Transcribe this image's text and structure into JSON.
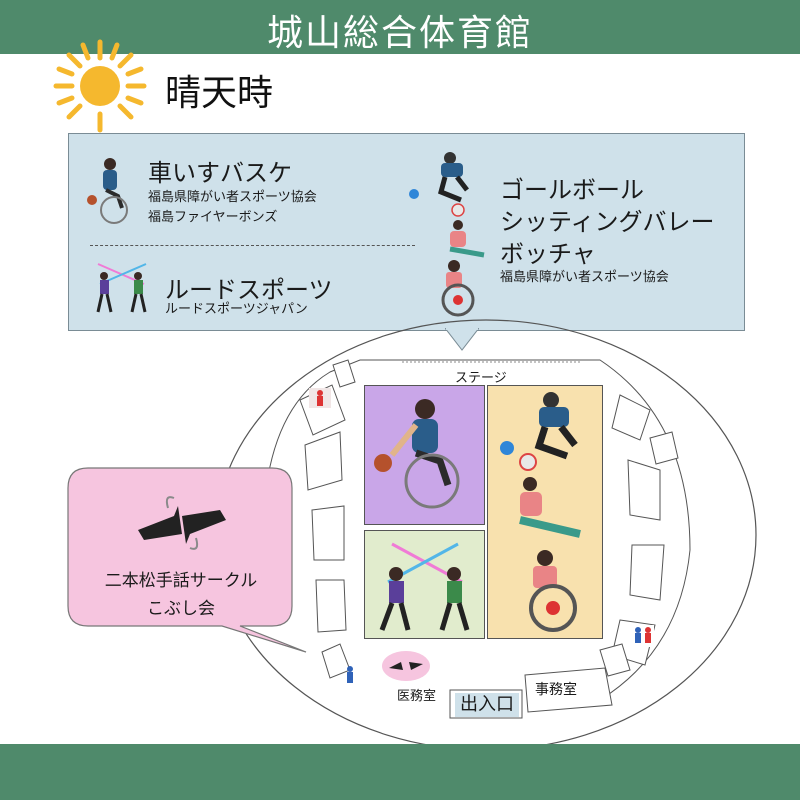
{
  "header": {
    "title": "城山総合体育館",
    "bg_color": "#4f8a6b"
  },
  "weather": {
    "label": "晴天時",
    "icon": "sun-icon",
    "icon_color": "#f5b82e"
  },
  "info_panel": {
    "bg_color": "#cfe1ea",
    "left_groups": [
      {
        "sport": "車いすバスケ",
        "orgs": [
          "福島県障がい者スポーツ協会",
          "福島ファイヤーボンズ"
        ],
        "icon": "wheelchair-basketball-icon"
      },
      {
        "sport": "ルードスポーツ",
        "orgs": [
          "ルードスポーツジャパン"
        ],
        "icon": "lude-sports-icon"
      }
    ],
    "right_group": {
      "sports": [
        "ゴールボール",
        "シッティングバレー",
        "ボッチャ"
      ],
      "org": "福島県障がい者スポーツ協会",
      "icons": [
        "goalball-icon",
        "sitting-volleyball-icon",
        "boccia-icon"
      ]
    }
  },
  "map": {
    "stage_label": "ステージ",
    "courts": [
      {
        "name": "wheelchair-basketball-court",
        "color": "#c9a6e8",
        "icon": "wheelchair-basketball-icon"
      },
      {
        "name": "lude-sports-court",
        "color": "#e1eccd",
        "icon": "lude-sports-icon"
      },
      {
        "name": "goalball-volleyball-boccia-court",
        "color": "#f8e1ae",
        "icons": [
          "goalball-icon",
          "sitting-volleyball-icon",
          "boccia-icon"
        ]
      }
    ],
    "medical_room": "医務室",
    "entrance": "出入口",
    "office": "事務室",
    "restroom_icons": [
      "restroom-icon",
      "restroom-icon"
    ]
  },
  "sign_language": {
    "icon": "sign-language-icon",
    "bubble_color": "#f6c5df",
    "lines": [
      "二本松手話サークル",
      "こぶし会"
    ]
  },
  "footer": {
    "bg_color": "#4f8a6b"
  }
}
